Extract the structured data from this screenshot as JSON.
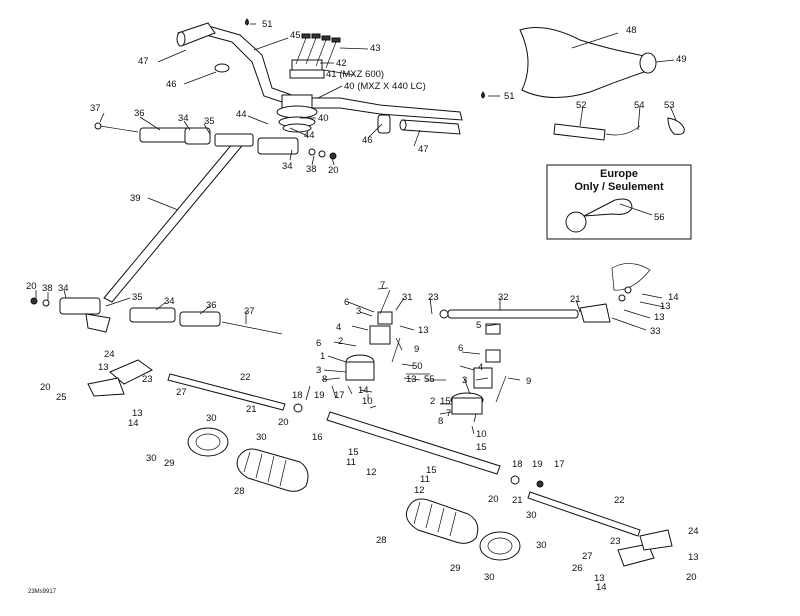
{
  "callouts": [
    {
      "text": "51"
    },
    {
      "text": "45"
    },
    {
      "text": "43"
    },
    {
      "text": "47"
    },
    {
      "text": "42"
    },
    {
      "text": "41 (MXZ 600)"
    },
    {
      "text": "46"
    },
    {
      "text": "40 (MXZ X 440 LC)"
    },
    {
      "text": "51"
    },
    {
      "text": "37"
    },
    {
      "text": "36"
    },
    {
      "text": "34"
    },
    {
      "text": "35"
    },
    {
      "text": "44"
    },
    {
      "text": "40"
    },
    {
      "text": "44"
    },
    {
      "text": "34"
    },
    {
      "text": "38"
    },
    {
      "text": "20"
    },
    {
      "text": "46"
    },
    {
      "text": "47"
    },
    {
      "text": "48"
    },
    {
      "text": "49"
    },
    {
      "text": "52"
    },
    {
      "text": "54"
    },
    {
      "text": "53"
    },
    {
      "text": "39"
    },
    {
      "text": "56"
    },
    {
      "text": "20"
    },
    {
      "text": "38"
    },
    {
      "text": "34"
    },
    {
      "text": "35"
    },
    {
      "text": "34"
    },
    {
      "text": "36"
    },
    {
      "text": "37"
    },
    {
      "text": "7"
    },
    {
      "text": "6"
    },
    {
      "text": "31"
    },
    {
      "text": "23"
    },
    {
      "text": "32"
    },
    {
      "text": "21"
    },
    {
      "text": "14"
    },
    {
      "text": "13"
    },
    {
      "text": "13"
    },
    {
      "text": "33"
    },
    {
      "text": "3"
    },
    {
      "text": "13"
    },
    {
      "text": "5"
    },
    {
      "text": "4"
    },
    {
      "text": "9"
    },
    {
      "text": "2"
    },
    {
      "text": "6"
    },
    {
      "text": "1"
    },
    {
      "text": "3"
    },
    {
      "text": "6"
    },
    {
      "text": "50"
    },
    {
      "text": "13"
    },
    {
      "text": "55"
    },
    {
      "text": "4"
    },
    {
      "text": "9"
    },
    {
      "text": "3"
    },
    {
      "text": "8"
    },
    {
      "text": "14"
    },
    {
      "text": "10"
    },
    {
      "text": "15"
    },
    {
      "text": "2"
    },
    {
      "text": "7"
    },
    {
      "text": "8"
    },
    {
      "text": "10"
    },
    {
      "text": "15"
    },
    {
      "text": "24"
    },
    {
      "text": "13"
    },
    {
      "text": "22"
    },
    {
      "text": "23"
    },
    {
      "text": "20"
    },
    {
      "text": "27"
    },
    {
      "text": "25"
    },
    {
      "text": "13"
    },
    {
      "text": "14"
    },
    {
      "text": "18"
    },
    {
      "text": "19"
    },
    {
      "text": "17"
    },
    {
      "text": "21"
    },
    {
      "text": "20"
    },
    {
      "text": "16"
    },
    {
      "text": "30"
    },
    {
      "text": "30"
    },
    {
      "text": "15"
    },
    {
      "text": "11"
    },
    {
      "text": "12"
    },
    {
      "text": "29"
    },
    {
      "text": "30"
    },
    {
      "text": "28"
    },
    {
      "text": "15"
    },
    {
      "text": "18"
    },
    {
      "text": "19"
    },
    {
      "text": "17"
    },
    {
      "text": "11"
    },
    {
      "text": "12"
    },
    {
      "text": "20"
    },
    {
      "text": "21"
    },
    {
      "text": "22"
    },
    {
      "text": "30"
    },
    {
      "text": "28"
    },
    {
      "text": "24"
    },
    {
      "text": "30"
    },
    {
      "text": "23"
    },
    {
      "text": "27"
    },
    {
      "text": "13"
    },
    {
      "text": "26"
    },
    {
      "text": "29"
    },
    {
      "text": "13"
    },
    {
      "text": "20"
    },
    {
      "text": "30"
    },
    {
      "text": "14"
    }
  ],
  "europe_box": {
    "line1": "Europe",
    "line2": "Only / Seulement"
  },
  "drawing_ref": "23Ms9917"
}
